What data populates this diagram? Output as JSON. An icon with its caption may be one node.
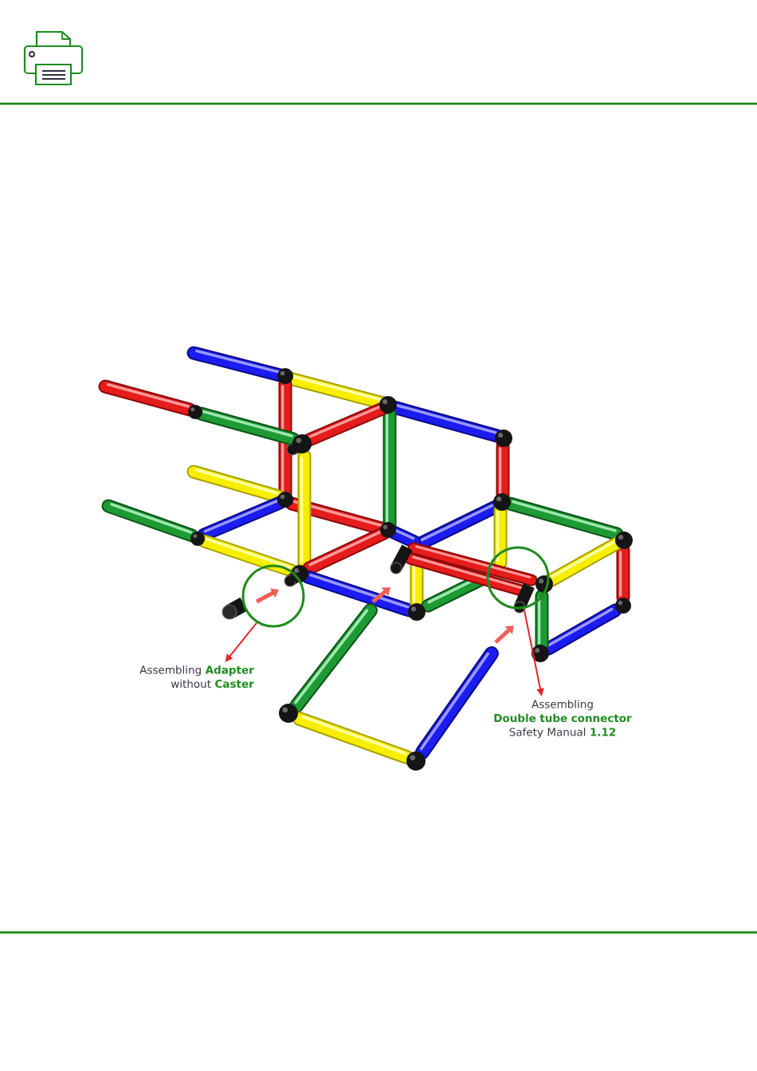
{
  "diagram": {
    "nodes": [
      {
        "text": [],
        "shape": "circle"
      },
      {
        "text": [
          "Assembling **Adapter** without **Caster**"
        ]
      },
      {
        "text": [],
        "shape": "circle"
      },
      {
        "text": [
          "Assembling **Double tube connector** Safety Manual **1.12**"
        ]
      }
    ],
    "edges": [
      {
        "from": 0,
        "to": 1,
        "arrow": "to"
      },
      {
        "from": 2,
        "to": 3,
        "arrow": "to"
      }
    ]
  }
}
